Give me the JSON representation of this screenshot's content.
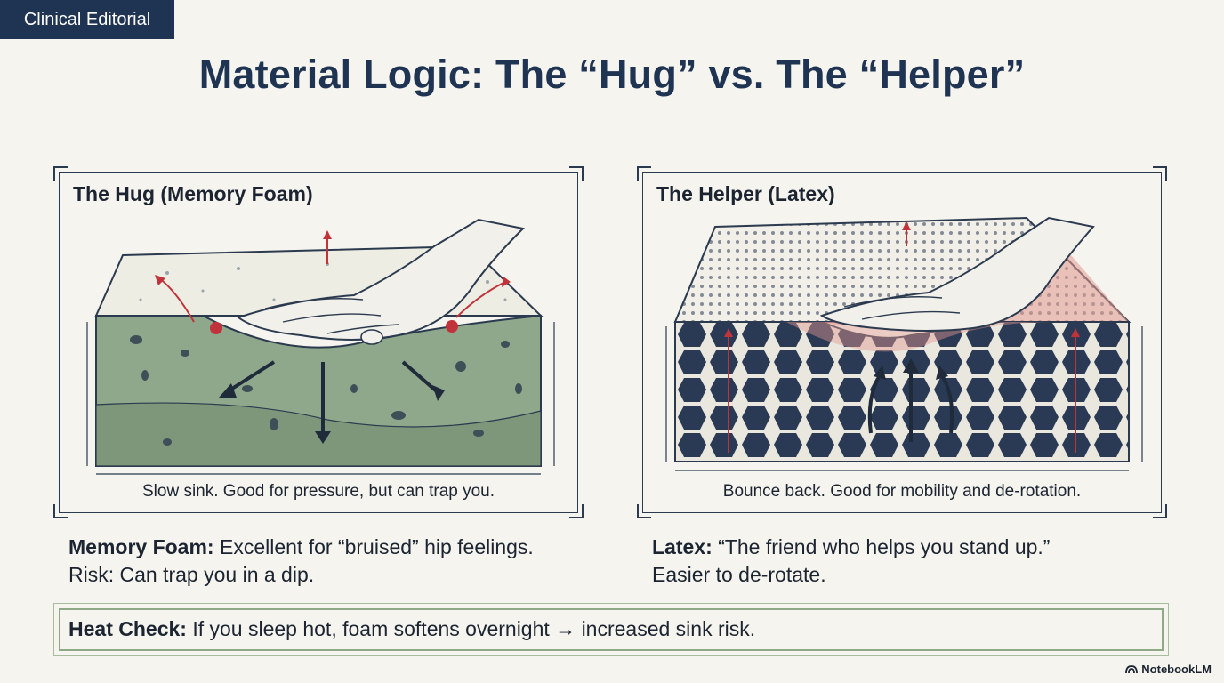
{
  "tag": "Clinical Editorial",
  "title": "Material Logic: The “Hug” vs. The “Helper”",
  "panels": [
    {
      "heading": "The Hug (Memory Foam)",
      "caption": "Slow sink. Good for pressure, but can trap you.",
      "illustration": "hand-pressing-memory-foam",
      "colors": {
        "foam": "#8fa88b",
        "foam_top": "#eeede4",
        "accent": "#c0333a",
        "ink": "#1f3352"
      }
    },
    {
      "heading": "The Helper (Latex)",
      "caption": "Bounce back. Good for mobility and de-rotation.",
      "illustration": "hand-pressing-latex-honeycomb",
      "colors": {
        "cells": "#2a3a55",
        "cell_walls": "#e9e7de",
        "accent": "#c0333a",
        "heat": "#e39a92"
      }
    }
  ],
  "descriptions": [
    {
      "label": "Memory Foam:",
      "line1": " Excellent for “bruised” hip feelings.",
      "line2": "Risk: Can trap you in a dip."
    },
    {
      "label": "Latex:",
      "line1": " “The friend who helps you stand up.”",
      "line2": "Easier to de-rotate."
    }
  ],
  "heat_check": {
    "label": "Heat Check:",
    "text": " If you sleep hot, foam softens overnight → increased sink risk."
  },
  "brand": {
    "icon": "notebooklm-icon",
    "name": "NotebookLM"
  }
}
